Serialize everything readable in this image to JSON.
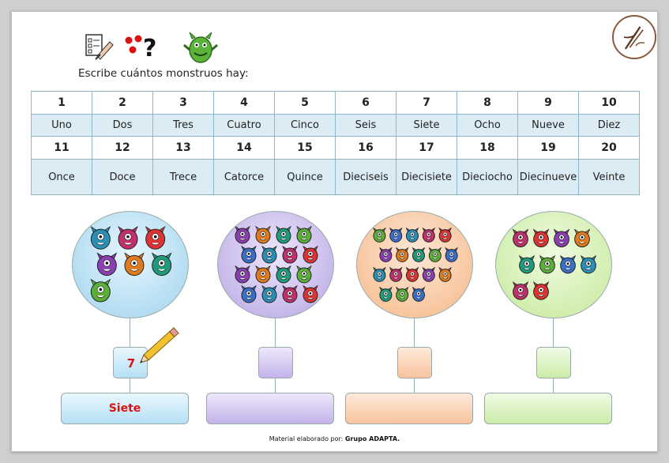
{
  "header": {
    "instruction": "Escribe cuántos monstruos hay:",
    "icons": [
      "write-pictogram-icon",
      "count-dots-question-icon",
      "green-monster-icon"
    ],
    "logo": "adapta-logo"
  },
  "numbers_table": {
    "row1_numbers": [
      "1",
      "2",
      "3",
      "4",
      "5",
      "6",
      "7",
      "8",
      "9",
      "10"
    ],
    "row1_words": [
      "Uno",
      "Dos",
      "Tres",
      "Cuatro",
      "Cinco",
      "Seis",
      "Siete",
      "Ocho",
      "Nueve",
      "Diez"
    ],
    "row2_numbers": [
      "11",
      "12",
      "13",
      "14",
      "15",
      "16",
      "17",
      "18",
      "19",
      "20"
    ],
    "row2_words": [
      "Once",
      "Doce",
      "Trece",
      "Catorce",
      "Quince",
      "Dieciseis",
      "Diecisiete",
      "Dieciocho",
      "Diecinueve",
      "Veinte"
    ]
  },
  "groups": [
    {
      "color": "blue",
      "answer_number": "7",
      "answer_word": "Siete",
      "monsters": 7
    },
    {
      "color": "purple",
      "answer_number": "",
      "answer_word": "",
      "monsters": 16
    },
    {
      "color": "orange",
      "answer_number": "",
      "answer_word": "",
      "monsters": 18
    },
    {
      "color": "green",
      "answer_number": "",
      "answer_word": "",
      "monsters": 10
    }
  ],
  "footer": {
    "prefix": "Material elaborado por:",
    "author": "Grupo ADAPTA."
  },
  "colors": {
    "answer_red": "#dd1111",
    "table_border": "#8fb7c9",
    "table_word_bg": "#dcecf4"
  }
}
